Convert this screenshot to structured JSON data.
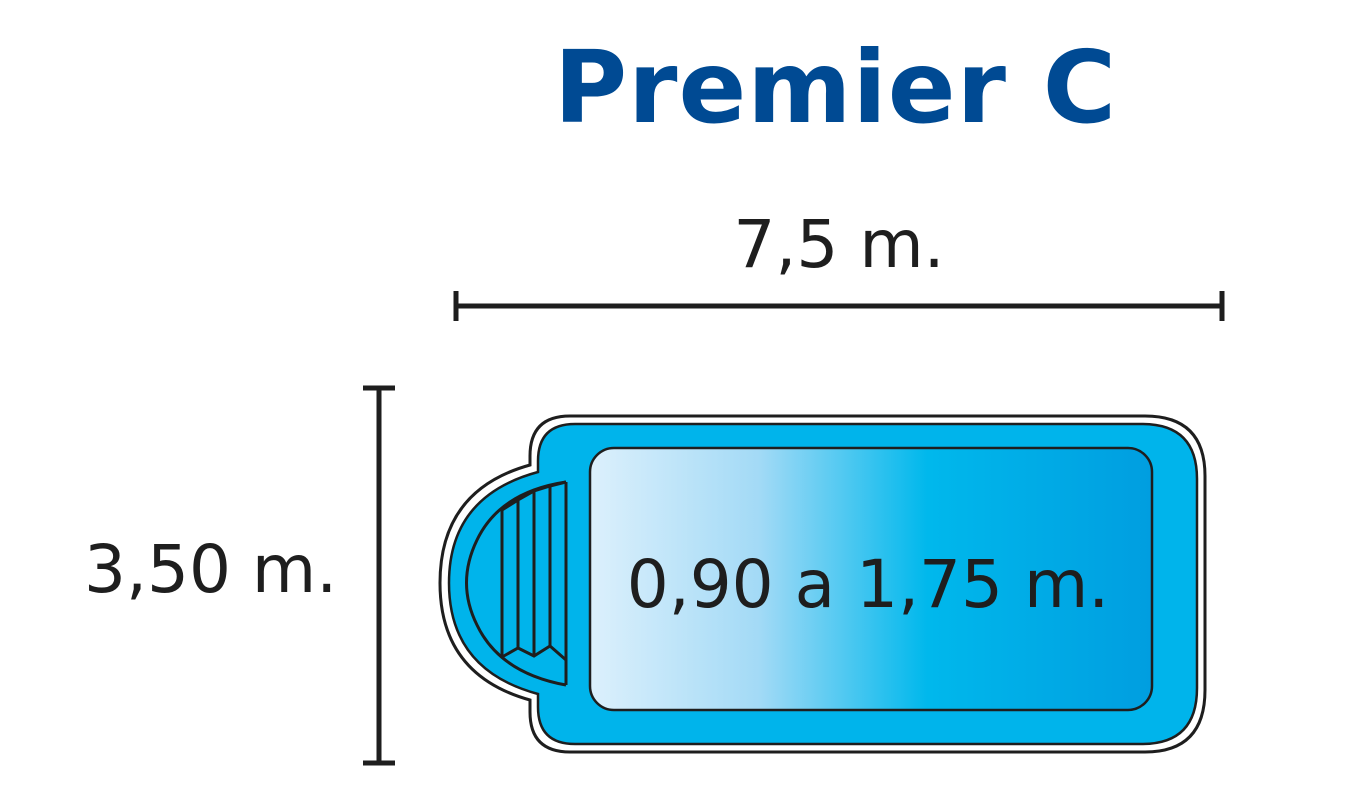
{
  "title": "Premier C",
  "dimensions": {
    "width_label": "7,5 m.",
    "height_label": "3,50 m.",
    "depth_label": "0,90 a 1,75 m."
  },
  "colors": {
    "title": "#004a93",
    "pool_outer": "#00b4eb",
    "inner_gradient_start": "#d9effc",
    "inner_gradient_mid": "#00b8ec",
    "inner_gradient_end": "#009ee0",
    "outline": "#1e1e1e"
  },
  "icons": {
    "steps": "pool-steps-icon"
  }
}
